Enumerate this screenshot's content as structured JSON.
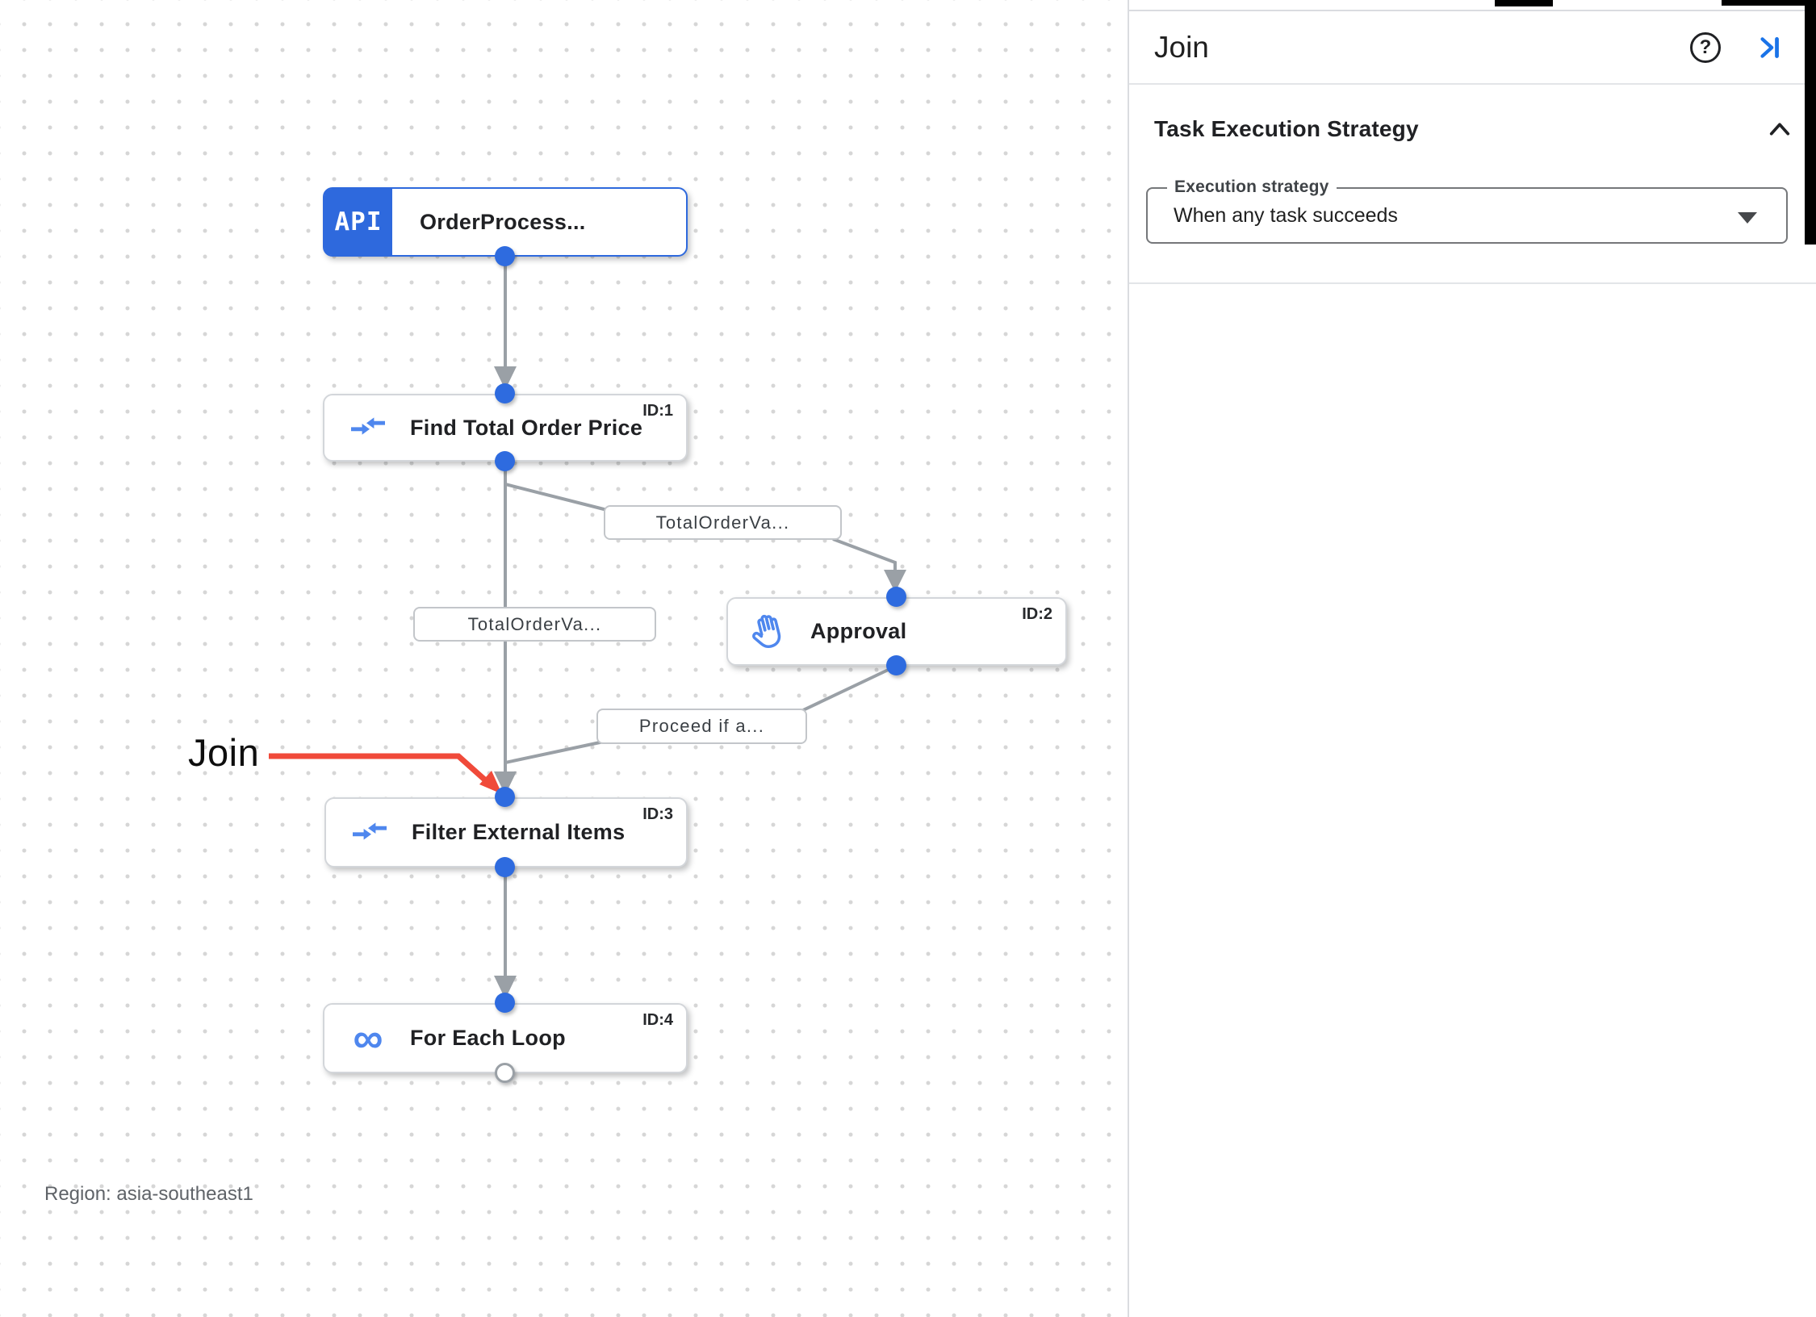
{
  "colors": {
    "trigger_blue": "#2e69dd",
    "icon_blue": "#4f87ee",
    "handle_blue": "#2e6bdf",
    "edge_gray": "#9aa0a6",
    "panel_icon_blue": "#1a73e8",
    "annotation_red": "#f04a3a"
  },
  "canvas": {
    "region_label": "Region: asia-southeast1",
    "annotation_label": "Join",
    "nodes": {
      "trigger": {
        "badge": "API",
        "title": "OrderProcess..."
      },
      "find_total": {
        "id": "ID:1",
        "title": "Find Total Order Price"
      },
      "approval": {
        "id": "ID:2",
        "title": "Approval"
      },
      "filter": {
        "id": "ID:3",
        "title": "Filter External Items"
      },
      "foreach": {
        "id": "ID:4",
        "title": "For Each Loop"
      }
    },
    "edge_labels": {
      "to_approval": "TotalOrderVa...",
      "to_filter": "TotalOrderVa...",
      "from_approval": "Proceed if a..."
    },
    "icons": {
      "loop_glyph": "∞"
    }
  },
  "panel": {
    "title": "Join",
    "help_glyph": "?",
    "section": {
      "heading": "Task Execution Strategy",
      "field_label": "Execution strategy",
      "field_value": "When any task succeeds"
    }
  }
}
